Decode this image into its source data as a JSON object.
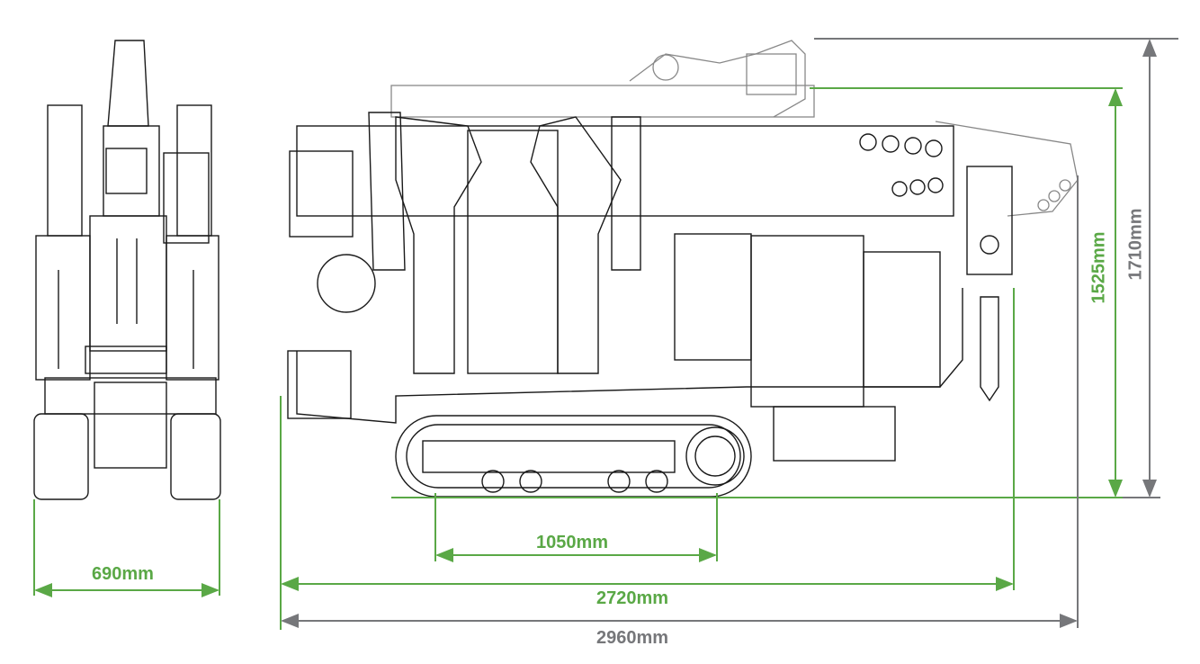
{
  "colors": {
    "accent": "#5aa846",
    "secondary": "#76777a",
    "line": "#1a1a1a"
  },
  "dimensions": {
    "width_front": "690mm",
    "track_wheelbase": "1050mm",
    "length_stowed": "2720mm",
    "length_overall": "2960mm",
    "height_stowed": "1525mm",
    "height_overall": "1710mm"
  }
}
